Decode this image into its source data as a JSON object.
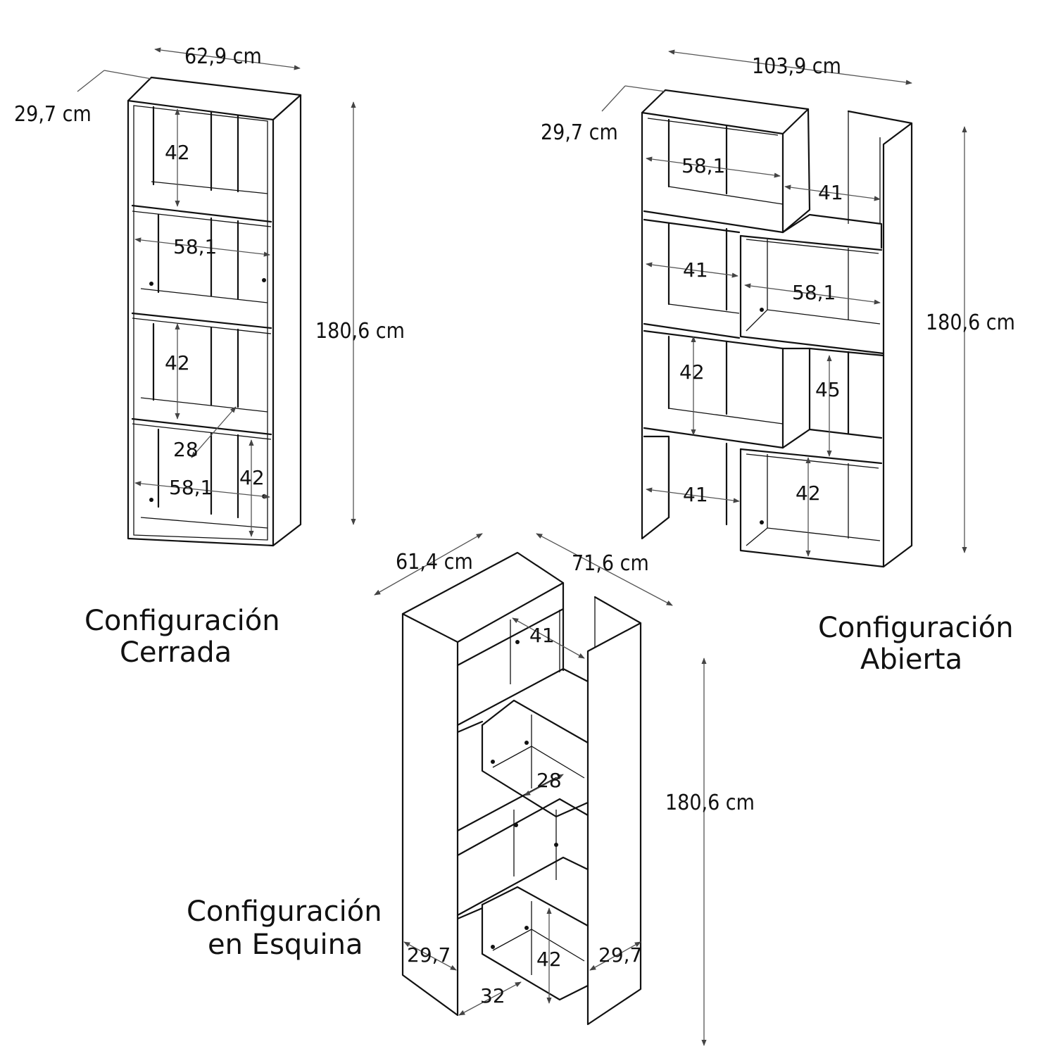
{
  "closed": {
    "width": "62,9 cm",
    "depth": "29,7 cm",
    "height": "180,6 cm",
    "inner_h1": "42",
    "inner_w1": "58,1",
    "inner_h2": "42",
    "inner_d": "28",
    "inner_w2": "58,1",
    "inner_h3": "42",
    "caption_line1": "Configuración",
    "caption_line2": "Cerrada"
  },
  "open": {
    "width": "103,9 cm",
    "depth": "29,7 cm",
    "height": "180,6 cm",
    "w_top": "58,1",
    "w_gap": "41",
    "w_left": "41",
    "w_right": "58,1",
    "h_left": "42",
    "h_right": "45",
    "w_bottom_left": "41",
    "h_bottom_right": "42",
    "caption_line1": "Configuración",
    "caption_line2": "Abierta"
  },
  "corner": {
    "side_a": "61,4 cm",
    "side_b": "71,6 cm",
    "height": "180,6 cm",
    "inner_w": "41",
    "inner_d": "28",
    "inner_h": "42",
    "depth_left": "29,7",
    "depth_right": "29,7",
    "base": "32",
    "caption_line1": "Configuración",
    "caption_line2": "en Esquina"
  }
}
